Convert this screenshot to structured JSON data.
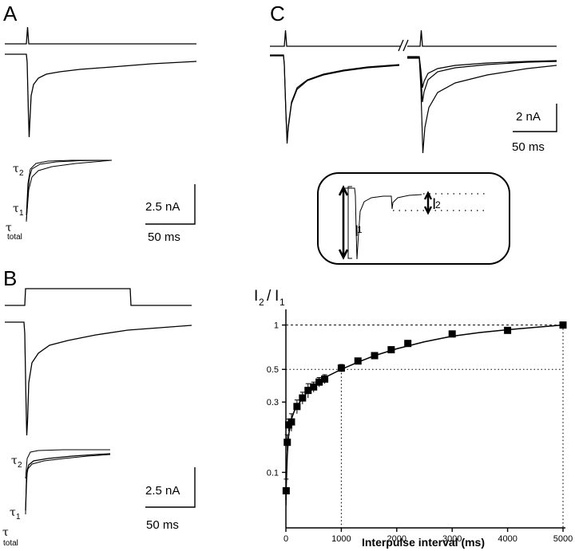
{
  "panels": {
    "a": {
      "label": "A",
      "scale_current": "2.5 nA",
      "scale_time": "50 ms",
      "tau1": "τ",
      "tau1_sub": "1",
      "tau2": "τ",
      "tau2_sub": "2",
      "tau_total": "τ",
      "tau_total_sub": "total"
    },
    "b": {
      "label": "B",
      "scale_current": "2.5 nA",
      "scale_time": "50 ms",
      "tau1": "τ",
      "tau1_sub": "1",
      "tau2": "τ",
      "tau2_sub": "2",
      "tau_total": "τ",
      "tau_total_sub": "total"
    },
    "c": {
      "label": "C",
      "scale_current": "2 nA",
      "scale_time": "50 ms"
    },
    "inset": {
      "i1": "I",
      "i1_sub": "1",
      "i2": "I",
      "i2_sub": "2"
    }
  },
  "chart_data": {
    "type": "scatter",
    "xlabel": "Interpulse interval (ms)",
    "ylabel": "I",
    "ylabel_sub1": "2",
    "ylabel_slash": "/",
    "ylabel_I": "I",
    "ylabel_sub2": "1",
    "x_scale": "linear",
    "y_scale": "log",
    "xlim": [
      0,
      5000
    ],
    "ylim": [
      0.042,
      1.2
    ],
    "x_ticks": [
      {
        "value": 0,
        "label": "0"
      },
      {
        "value": 1000,
        "label": "1000"
      },
      {
        "value": 2000,
        "label": "2000"
      },
      {
        "value": 3000,
        "label": "3000"
      },
      {
        "value": 4000,
        "label": "4000"
      },
      {
        "value": 5000,
        "label": "5000"
      }
    ],
    "y_ticks": [
      {
        "value": 0.1,
        "label": "0.1"
      },
      {
        "value": 0.3,
        "label": "0.3"
      },
      {
        "value": 0.5,
        "label": "0.5"
      },
      {
        "value": 1,
        "label": "1"
      }
    ],
    "reference_lines": [
      {
        "axis": "y",
        "value": 1,
        "style": "dashed"
      },
      {
        "axis": "y",
        "value": 0.5,
        "style": "dotted"
      },
      {
        "axis": "x",
        "value": 1000,
        "style": "dotted"
      },
      {
        "axis": "x",
        "value": 5000,
        "style": "dotted"
      }
    ],
    "series": [
      {
        "marker": "square",
        "color": "#000000",
        "x": [
          5,
          25,
          50,
          100,
          200,
          300,
          400,
          500,
          600,
          700,
          1000,
          1300,
          1600,
          1900,
          2200,
          3000,
          4000,
          5000
        ],
        "y": [
          0.075,
          0.16,
          0.21,
          0.22,
          0.28,
          0.32,
          0.36,
          0.38,
          0.41,
          0.43,
          0.51,
          0.57,
          0.62,
          0.68,
          0.75,
          0.87,
          0.92,
          1.0
        ],
        "error": [
          0.015,
          0.02,
          0.02,
          0.03,
          0.03,
          0.03,
          0.04,
          0.03,
          0.03,
          0.03,
          0.03,
          0.02,
          0.02,
          0.02,
          0.02,
          0.02,
          0.02,
          0.02
        ]
      }
    ],
    "fit_curve": {
      "type": "double-exponential",
      "x": [
        0,
        10,
        25,
        50,
        100,
        150,
        200,
        300,
        400,
        500,
        700,
        1000,
        1300,
        1600,
        2000,
        2500,
        3000,
        3500,
        4000,
        4500,
        5000
      ],
      "y": [
        0.065,
        0.09,
        0.13,
        0.18,
        0.23,
        0.26,
        0.28,
        0.32,
        0.355,
        0.385,
        0.44,
        0.5,
        0.56,
        0.62,
        0.69,
        0.77,
        0.84,
        0.89,
        0.93,
        0.965,
        1.0
      ]
    }
  }
}
